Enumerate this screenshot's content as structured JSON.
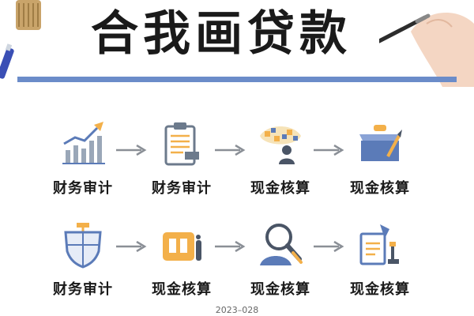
{
  "title": "合我画贷款",
  "colors": {
    "accent": "#6b8cc9",
    "orange": "#f3b04a",
    "blue": "#5b7bb8",
    "arrow": "#8a8f96"
  },
  "flow": {
    "row1": [
      {
        "label": "财务审计",
        "icon": "growth-chart-icon"
      },
      {
        "label": "财务审计",
        "icon": "clipboard-icon"
      },
      {
        "label": "现金核算",
        "icon": "team-meeting-icon"
      },
      {
        "label": "现金核算",
        "icon": "toolbox-icon"
      }
    ],
    "row2": [
      {
        "label": "财务审计",
        "icon": "shield-icon"
      },
      {
        "label": "现金核算",
        "icon": "accounting-device-icon"
      },
      {
        "label": "现金核算",
        "icon": "magnifier-user-icon"
      },
      {
        "label": "现金核算",
        "icon": "document-chart-icon"
      }
    ]
  },
  "footer": "2023–028"
}
